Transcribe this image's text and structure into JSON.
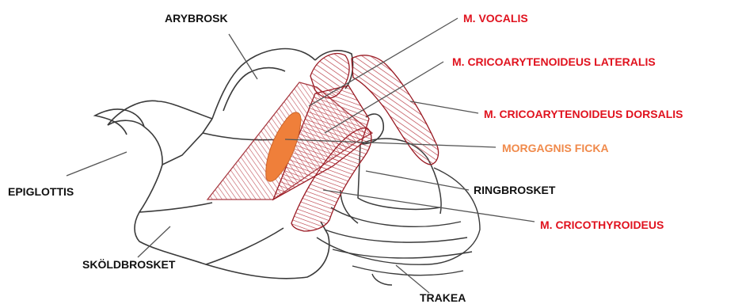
{
  "colors": {
    "outline": "#3a3a3a",
    "muscle_stroke": "#9a1b24",
    "muscle_hatch": "#b5323c",
    "pocket_fill": "#ef7f3a",
    "leader": "#555555",
    "label_dark": "#111111",
    "label_red": "#e0121e",
    "label_orange": "#f08a4b"
  },
  "labels": {
    "arybrosk": "ARYBROSK",
    "m_vocalis": "M. VOCALIS",
    "m_cricoarytenoideus_lateralis": "M. CRICOARYTENOIDEUS LATERALIS",
    "m_cricoarytenoideus_dorsalis": "M. CRICOARYTENOIDEUS DORSALIS",
    "morgagnis_ficka": "MORGAGNIS FICKA",
    "epiglottis": "EPIGLOTTIS",
    "ringbrosket": "RINGBROSKET",
    "m_cricothyroideus": "M. CRICOTHYROIDEUS",
    "skoldbrosket": "SKÖLDBROSKET",
    "trakea": "TRAKEA"
  }
}
